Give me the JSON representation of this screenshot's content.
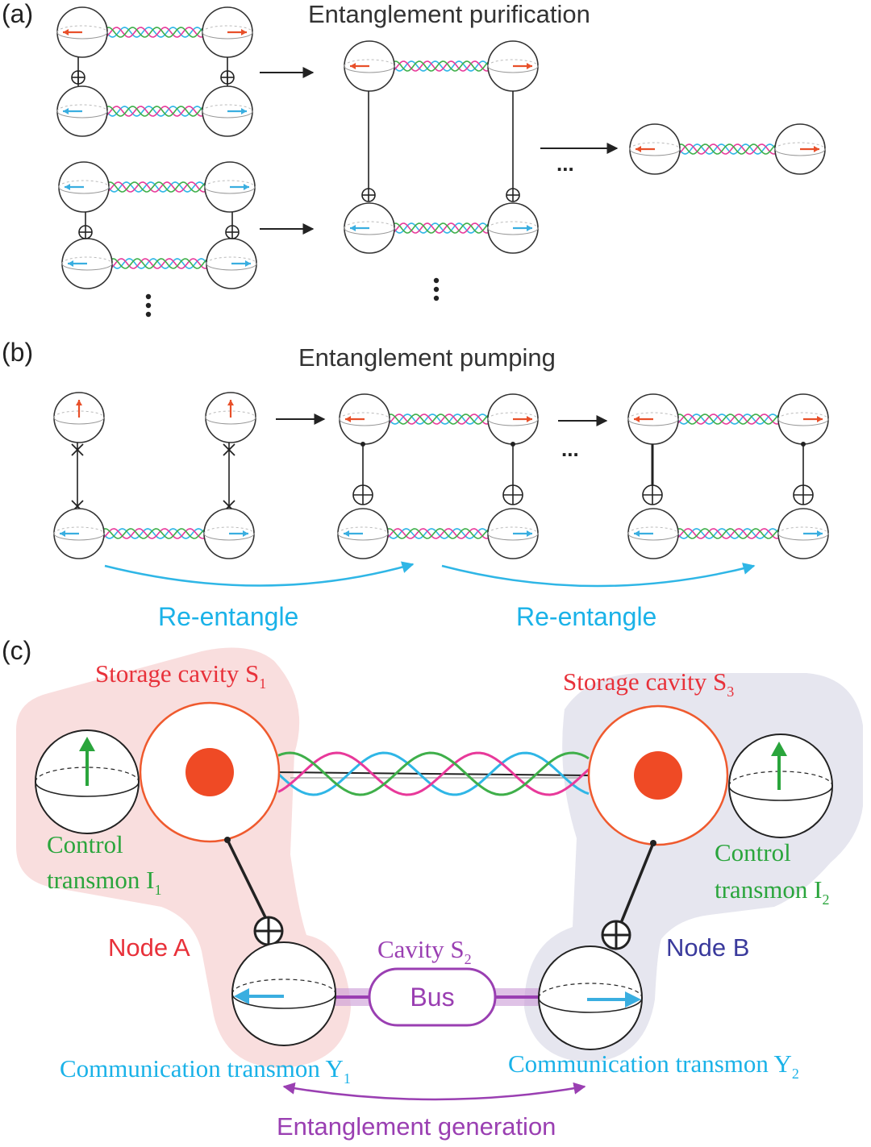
{
  "panel_a": {
    "label": "(a)",
    "title": "Entanglement purification",
    "ellipsis": "..."
  },
  "panel_b": {
    "label": "(b)",
    "title": "Entanglement pumping",
    "ellipsis": "...",
    "reentangle_1": "Re-entangle",
    "reentangle_2": "Re-entangle"
  },
  "panel_c": {
    "label": "(c)",
    "storage_s1": "Storage cavity S",
    "storage_s1_sub": "1",
    "storage_s3": "Storage cavity S",
    "storage_s3_sub": "3",
    "control_i1_line1": "Control",
    "control_i1_line2": "transmon I",
    "control_i1_sub": "1",
    "control_i2_line1": "Control",
    "control_i2_line2": "transmon I",
    "control_i2_sub": "2",
    "node_a": "Node A",
    "node_b": "Node B",
    "cavity_s2": "Cavity S",
    "cavity_s2_sub": "2",
    "bus": "Bus",
    "comm_y1": "Communication transmon Y",
    "comm_y1_sub": "1",
    "comm_y2": "Communication transmon Y",
    "comm_y2_sub": "2",
    "generation": "Entanglement generation"
  },
  "colors": {
    "red_arrow": "#e8502a",
    "blue_arrow": "#3aaee0",
    "wave_cyan": "#2fb6e6",
    "wave_magenta": "#e8399a",
    "wave_green": "#3faf4a",
    "node_a_bg": "#f9dede",
    "node_b_bg": "#e6e6ef",
    "red_text": "#e8313a",
    "green_text": "#2aa53c",
    "cyan_text": "#1ab2e8",
    "purple": "#9a3fb2",
    "node_b_text": "#3a3a9c",
    "storage_ring": "#ef5a2e"
  }
}
